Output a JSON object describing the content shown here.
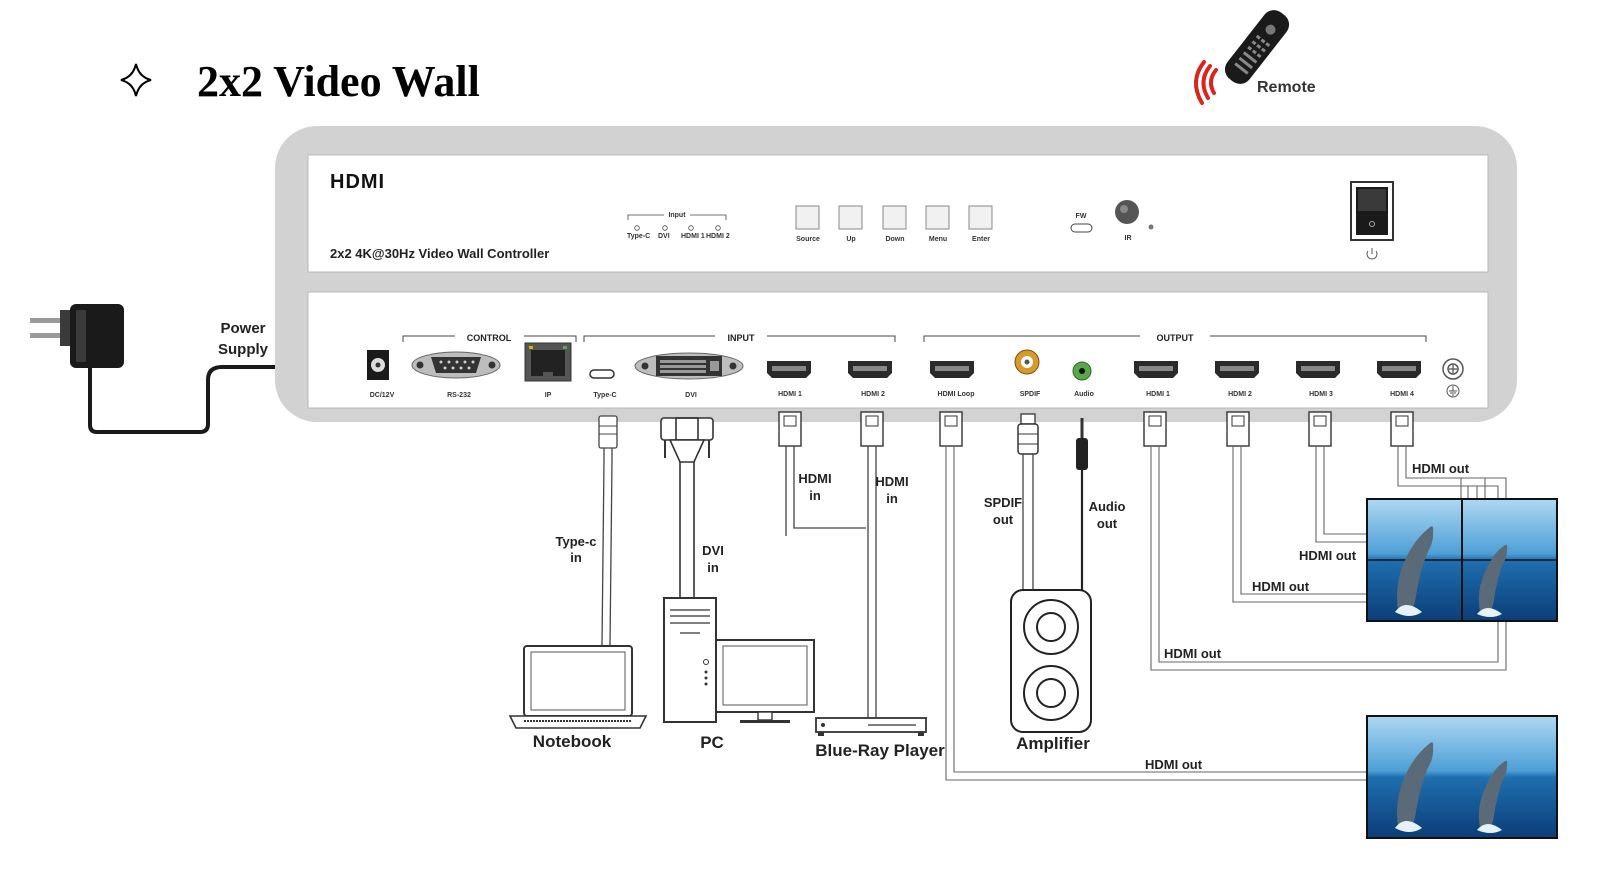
{
  "title": "2x2 Video Wall",
  "remote_label": "Remote",
  "device": {
    "logo": "HDMI",
    "model": "2x2 4K@30Hz Video Wall Controller",
    "front": {
      "input_label": "Input",
      "input_leds": [
        "Type-C",
        "DVI",
        "HDMI 1",
        "HDMI 2"
      ],
      "buttons": [
        "Source",
        "Up",
        "Down",
        "Menu",
        "Enter"
      ],
      "fw_label": "FW",
      "ir_label": "IR"
    },
    "rear": {
      "groups": {
        "control": "CONTROL",
        "input": "INPUT",
        "output": "OUTPUT"
      },
      "ports": {
        "dc": "DC/12V",
        "rs232": "RS-232",
        "ip": "IP",
        "typec": "Type-C",
        "dvi": "DVI",
        "hdmi_in1": "HDMI 1",
        "hdmi_in2": "HDMI 2",
        "hdmi_loop": "HDMI Loop",
        "spdif": "SPDIF",
        "audio": "Audio",
        "hdmi_out1": "HDMI 1",
        "hdmi_out2": "HDMI 2",
        "hdmi_out3": "HDMI 3",
        "hdmi_out4": "HDMI 4"
      }
    }
  },
  "power": {
    "line1": "Power",
    "line2": "Supply"
  },
  "cables": {
    "typec": [
      "Type-c",
      "in"
    ],
    "dvi": [
      "DVI",
      "in"
    ],
    "hdmi_in1": [
      "HDMI",
      "in"
    ],
    "hdmi_in2": [
      "HDMI",
      "in"
    ],
    "spdif": [
      "SPDIF",
      "out"
    ],
    "audio": [
      "Audio",
      "out"
    ],
    "hdmi_out": "HDMI out"
  },
  "devices": {
    "notebook": "Notebook",
    "pc": "PC",
    "bluray": "Blue-Ray Player",
    "amplifier": "Amplifier"
  }
}
